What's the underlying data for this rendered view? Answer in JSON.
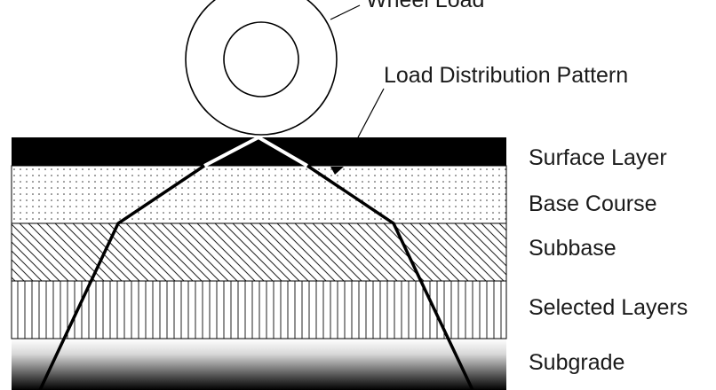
{
  "labels": {
    "wheel_load": "Wheel Load",
    "load_distribution": "Load Distribution Pattern",
    "surface_layer": "Surface Layer",
    "base_course": "Base Course",
    "subbase": "Subbase",
    "selected_layers": "Selected Layers",
    "subgrade": "Subgrade"
  },
  "colors": {
    "ink": "#000000",
    "surface": "#000000",
    "background": "#ffffff"
  }
}
